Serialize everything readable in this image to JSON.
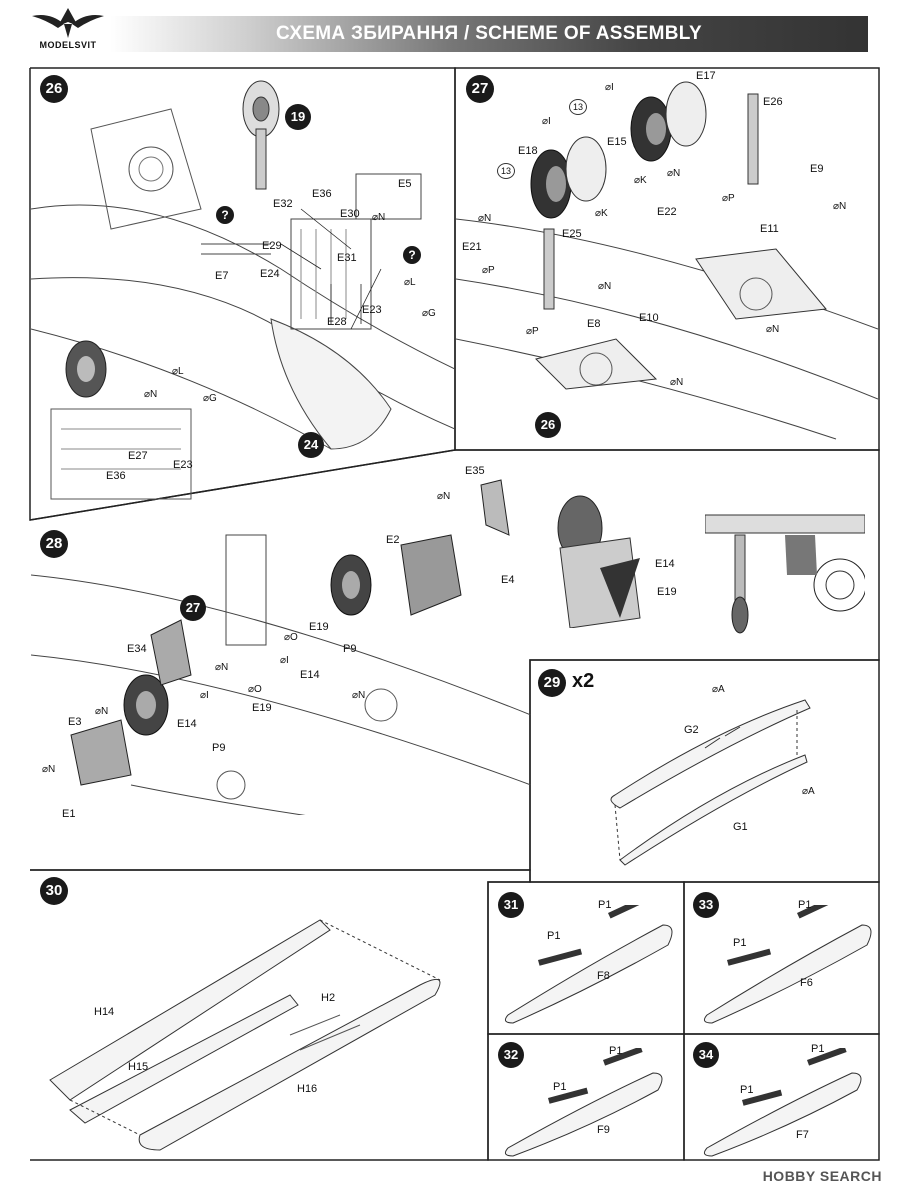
{
  "header": {
    "brand": "MODELSVIT",
    "title": "СХЕМА ЗБИРАННЯ / SCHEME OF ASSEMBLY"
  },
  "steps": {
    "s26": {
      "num": "26",
      "labels": [
        "E5",
        "E36",
        "E32",
        "E30",
        "E29",
        "E24",
        "E7",
        "E31",
        "E28",
        "E23",
        "E27",
        "E36",
        "E23"
      ],
      "ref": "19",
      "ref2": "24"
    },
    "s27": {
      "num": "27",
      "labels": [
        "E17",
        "E26",
        "E18",
        "E15",
        "E9",
        "E22",
        "E21",
        "E25",
        "E11",
        "E8",
        "E10"
      ],
      "ref": "26",
      "box": "13"
    },
    "s28": {
      "num": "28",
      "labels": [
        "E35",
        "E2",
        "E4",
        "E19",
        "P9",
        "E34",
        "E14",
        "E19",
        "E3",
        "E14",
        "P9",
        "E1",
        "E14",
        "E19"
      ],
      "ref": "27"
    },
    "s29": {
      "num": "29",
      "mult": "x2",
      "labels": [
        "G2",
        "G1"
      ]
    },
    "s30": {
      "num": "30",
      "labels": [
        "H14",
        "H2",
        "H15",
        "H16"
      ]
    },
    "s31": {
      "num": "31",
      "labels": [
        "P1",
        "P1",
        "F8"
      ]
    },
    "s32": {
      "num": "32",
      "labels": [
        "P1",
        "P1",
        "F9"
      ]
    },
    "s33": {
      "num": "33",
      "labels": [
        "P1",
        "P1",
        "F6"
      ]
    },
    "s34": {
      "num": "34",
      "labels": [
        "P1",
        "P1",
        "F7"
      ]
    }
  },
  "glue": {
    "N": "N",
    "L": "L",
    "G": "G",
    "I": "I",
    "K": "K",
    "P": "P",
    "O": "O",
    "A": "A"
  },
  "watermark": "HOBBY SEARCH"
}
